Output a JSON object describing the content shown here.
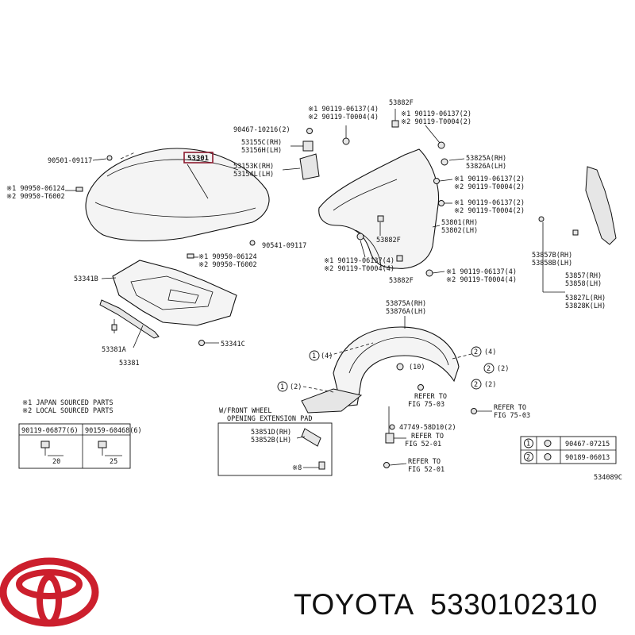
{
  "labels": {
    "hood": "53301",
    "hood_clip_top": "90501-09117",
    "hood_clip_l1": "※1 90950-06124",
    "hood_clip_l2": "※2 90950-T6002",
    "hood_clip_r": "90541-09117",
    "hood_clip_r1": "※1 90950-06124",
    "hood_clip_r2": "※2 90950-T6002",
    "insulator": "53341B",
    "insulator_clip": "53341C",
    "seal": "53381A",
    "seal_main": "53381",
    "fender_top_1": "※1 90119-06137(4)",
    "fender_top_2": "※2 90119-T0004(4)",
    "fender_top_part": "53882F",
    "fender_tr_1": "※1 90119-06137(2)",
    "fender_tr_2": "※2 90119-T0004(2)",
    "bolt_a": "90467-10216(2)",
    "bracket_a_rh": "53155C(RH)",
    "bracket_a_lh": "53156H(LH)",
    "bracket_b_rh": "53153K(RH)",
    "bracket_b_lh": "53154L(LH)",
    "panel_rh": "53825A(RH)",
    "panel_lh": "53826A(LH)",
    "panel_1": "※1 90119-06137(2)",
    "panel_2": "※2 90119-T0004(2)",
    "panel_b1": "※1 90119-06137(2)",
    "panel_b2": "※2 90119-T0004(2)",
    "fender_rh": "53801(RH)",
    "fender_lh": "53802(LH)",
    "fender_mid": "53882F",
    "fender_bl_1": "※1 90119-06137(4)",
    "fender_bl_2": "※2 90119-T0004(4)",
    "fender_bottom": "53882F",
    "fender_br_1": "※1 90119-06137(4)",
    "fender_br_2": "※2 90119-T0004(4)",
    "seal_r_rh": "53857B(RH)",
    "seal_r_lh": "53858B(LH)",
    "seal_r2_rh": "53857(RH)",
    "seal_r2_lh": "53858(LH)",
    "seal_r3_rh": "53827L(RH)",
    "seal_r3_lh": "53828K(LH)",
    "liner_rh": "53875A(RH)",
    "liner_lh": "53876A(LH)",
    "c1_4": "1",
    "t1_4": "(4)",
    "c2_4": "2",
    "t2_4": "(4)",
    "t10": "(10)",
    "c2_2": "2",
    "t2_2": "(2)",
    "c1_2": "1",
    "t1_2": "(2)",
    "c2_2b": "2",
    "t2_2b": "(2)",
    "refer_a1": "REFER TO",
    "refer_a2": "FIG 75-03",
    "refer_b1": "REFER TO",
    "refer_b2": "FIG 75-03",
    "clip_c": "47749-58D10(2)",
    "refer_c1": "REFER TO",
    "refer_c2": "FIG 52-01",
    "refer_d1": "REFER TO",
    "refer_d2": "FIG 52-01",
    "legend_1": "※1 JAPAN SOURCED PARTS",
    "legend_2": "※2 LOCAL SOURCED PARTS",
    "tbl_a": "90119-06877(6)",
    "tbl_b": "90159-60468(6)",
    "tbl_a_dim": "20",
    "tbl_b_dim": "25",
    "ext_title_1": "W/FRONT WHEEL",
    "ext_title_2": "OPENING EXTENSION PAD",
    "ext_rh": "53851D(RH)",
    "ext_lh": "53852B(LH)",
    "ext_mark": "※8",
    "key1_no": "1",
    "key1_part": "90467-07215",
    "key2_no": "2",
    "key2_part": "90189-06013",
    "fig_id": "534089C",
    "brand": "TOYOTA",
    "part_number": "5330102310"
  },
  "colors": {
    "logo": "#cc1f2d",
    "highlight": "#8b1a2e",
    "ink": "#111111"
  },
  "icons": [
    "toyota-logo-icon"
  ]
}
